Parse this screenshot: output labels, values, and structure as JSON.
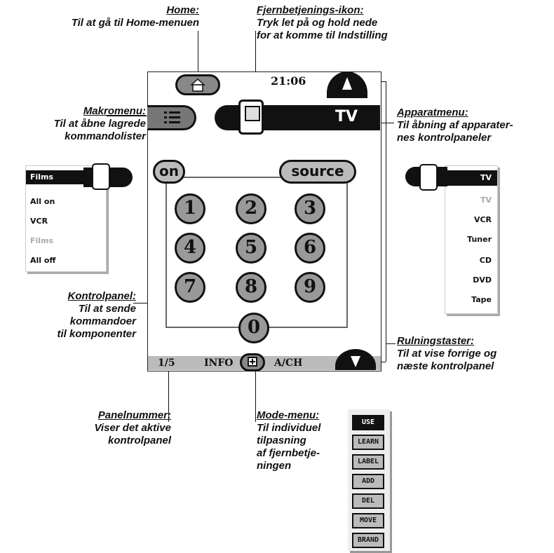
{
  "annotations": {
    "home": {
      "title": "Home:",
      "desc": "Til at gå til Home-menuen"
    },
    "remote_icon": {
      "title": "Fjernbetjenings-ikon:",
      "desc1": "Tryk let på og hold nede",
      "desc2": "for at komme til Indstilling"
    },
    "macro": {
      "title": "Makromenu:",
      "desc1": "Til at åbne lagrede",
      "desc2": "kommandolister"
    },
    "device": {
      "title": "Apparatmenu:",
      "desc1": "Til åbning af apparater-",
      "desc2": "nes kontrolpaneler"
    },
    "control": {
      "title": "Kontrolpanel:",
      "desc1": "Til at sende",
      "desc2": "kommandoer",
      "desc3": "til komponenter"
    },
    "scroll": {
      "title": "Rulningstaster:",
      "desc1": "Til at vise forrige og",
      "desc2": "næste kontrolpanel"
    },
    "panelnum": {
      "title": "Panelnummer:",
      "desc1": "Viser det aktive",
      "desc2": "kontrolpanel"
    },
    "mode": {
      "title": "Mode-menu:",
      "desc1": "Til individuel",
      "desc2": "tilpasning",
      "desc3": "af fjernbetje-",
      "desc4": "ningen"
    }
  },
  "screen": {
    "time": "21:06",
    "device_label": "TV",
    "on": "on",
    "source": "source",
    "digits": [
      "1",
      "2",
      "3",
      "4",
      "5",
      "6",
      "7",
      "8",
      "9",
      "0"
    ],
    "page": "1/5",
    "info": "INFO",
    "ach": "A/CH"
  },
  "macro_list": [
    "Films",
    "All on",
    "VCR",
    "Films",
    "All off"
  ],
  "device_list": [
    "TV",
    "TV",
    "VCR",
    "Tuner",
    "CD",
    "DVD",
    "Tape"
  ],
  "mode_list": [
    "USE",
    "LEARN",
    "LABEL",
    "ADD",
    "DEL",
    "MOVE",
    "BRAND"
  ],
  "icons": {
    "home": "home-icon",
    "remote": "remote-icon",
    "macro": "list-icon",
    "arrows": "arrow-icon",
    "mode": "mode-icon"
  }
}
